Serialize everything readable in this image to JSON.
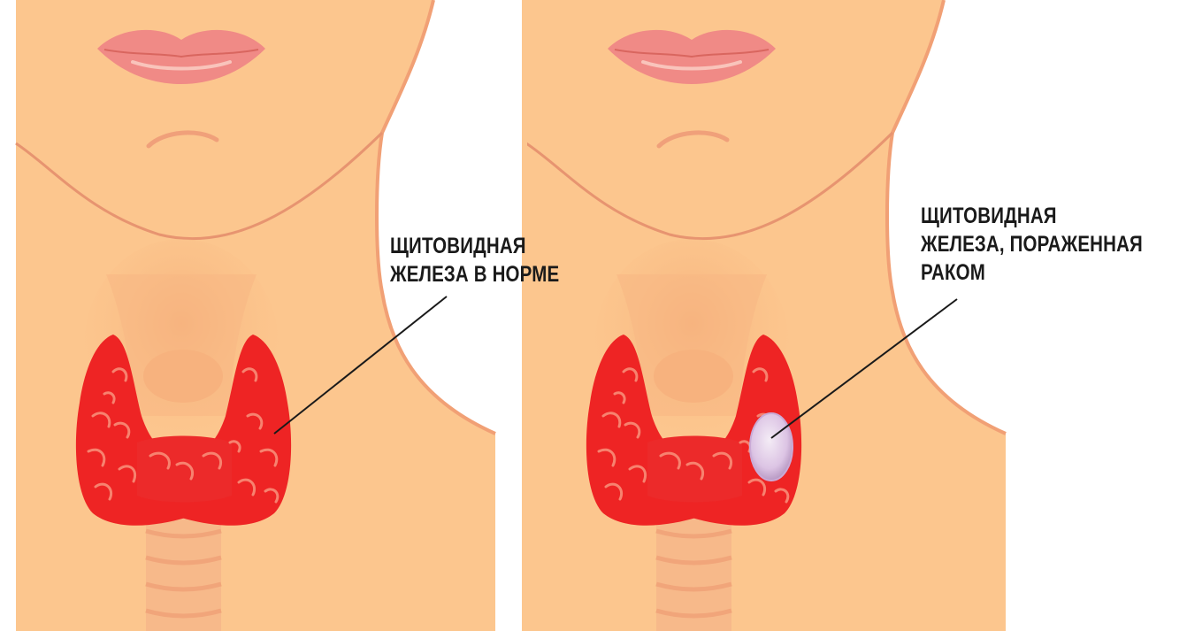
{
  "panels": [
    {
      "label_lines": [
        "ЩИТОВИДНАЯ",
        "ЖЕЛЕЗА В НОРМЕ"
      ],
      "has_tumor": false
    },
    {
      "label_lines": [
        "ЩИТОВИДНАЯ",
        "ЖЕЛЕЗА, ПОРАЖЕННАЯ",
        "РАКОМ"
      ],
      "has_tumor": true
    }
  ],
  "colors": {
    "skin": "#fcc68e",
    "skin_shadow": "#f4ad73",
    "outline": "#f1a075",
    "lips": "#f08a86",
    "lips_light": "#f7b0a6",
    "gland": "#ee2424",
    "gland_light": "#f56a5a",
    "trachea": "#f7b98a",
    "tumor": "#e9d7ee",
    "leader_line": "#1a1a1a"
  }
}
